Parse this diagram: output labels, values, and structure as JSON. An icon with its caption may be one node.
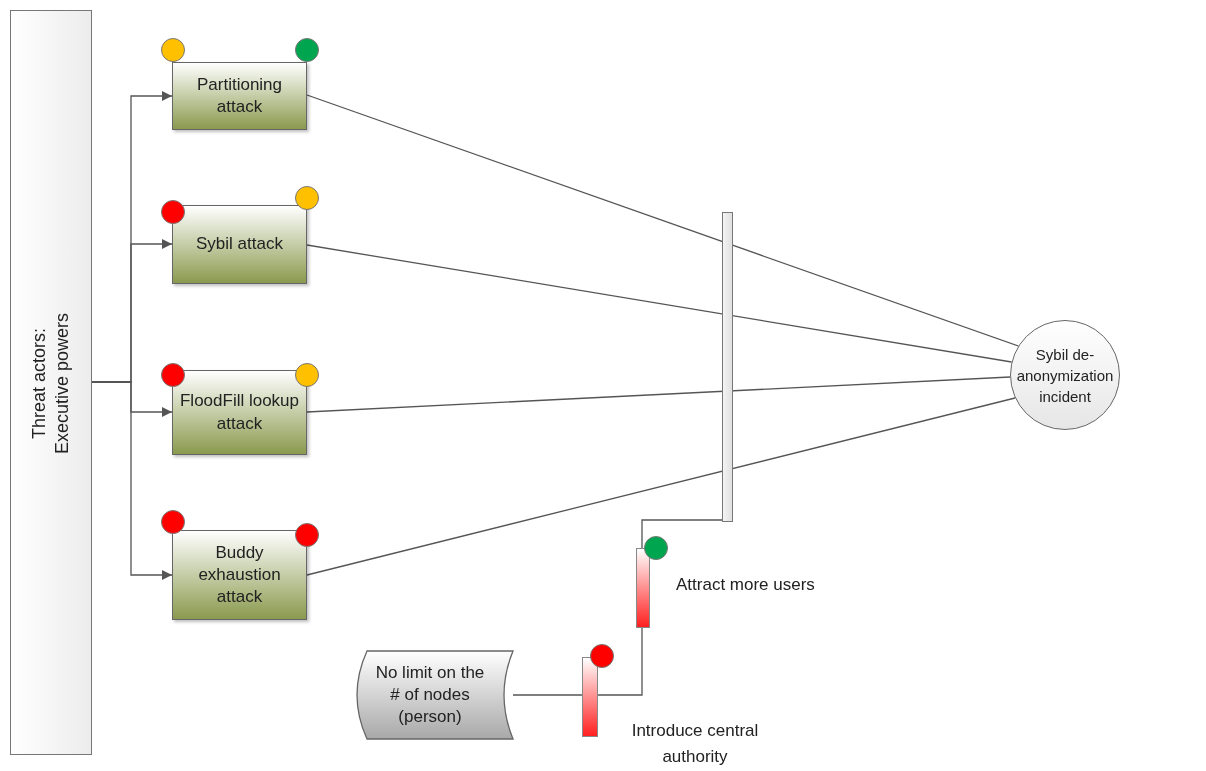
{
  "diagram": {
    "nodes": [
      {
        "text": [
          "Threat actors: Executive powers"
        ]
      },
      {
        "text": [
          "Partitioning attack"
        ]
      },
      {
        "text": [
          "Sybil attack"
        ]
      },
      {
        "text": [
          "FloodFill lookup attack"
        ]
      },
      {
        "text": [
          "Buddy exhaustion attack"
        ]
      },
      {
        "text": [
          "Sybil de-anonymization incident"
        ]
      },
      {
        "text": [],
        "shape": "bar"
      },
      {
        "text": [
          "No limit on the # of nodes (person)"
        ]
      },
      {
        "text": [],
        "shape": "bar",
        "beside": [
          "Introduce central authority"
        ]
      },
      {
        "text": [],
        "shape": "bar",
        "beside": [
          "Attract more users"
        ]
      }
    ],
    "edges": [
      {
        "from": 0,
        "to": 1,
        "arrow": "to"
      },
      {
        "from": 0,
        "to": 2,
        "arrow": "to"
      },
      {
        "from": 0,
        "to": 3,
        "arrow": "to"
      },
      {
        "from": 0,
        "to": 4,
        "arrow": "to"
      },
      {
        "from": 1,
        "to": 5,
        "arrow": "none"
      },
      {
        "from": 2,
        "to": 5,
        "arrow": "none"
      },
      {
        "from": 3,
        "to": 5,
        "arrow": "none"
      },
      {
        "from": 4,
        "to": 5,
        "arrow": "none"
      },
      {
        "from": 7,
        "to": 8,
        "arrow": "none"
      },
      {
        "from": 8,
        "to": 9,
        "arrow": "none"
      },
      {
        "from": 9,
        "to": 6,
        "arrow": "none"
      }
    ]
  }
}
